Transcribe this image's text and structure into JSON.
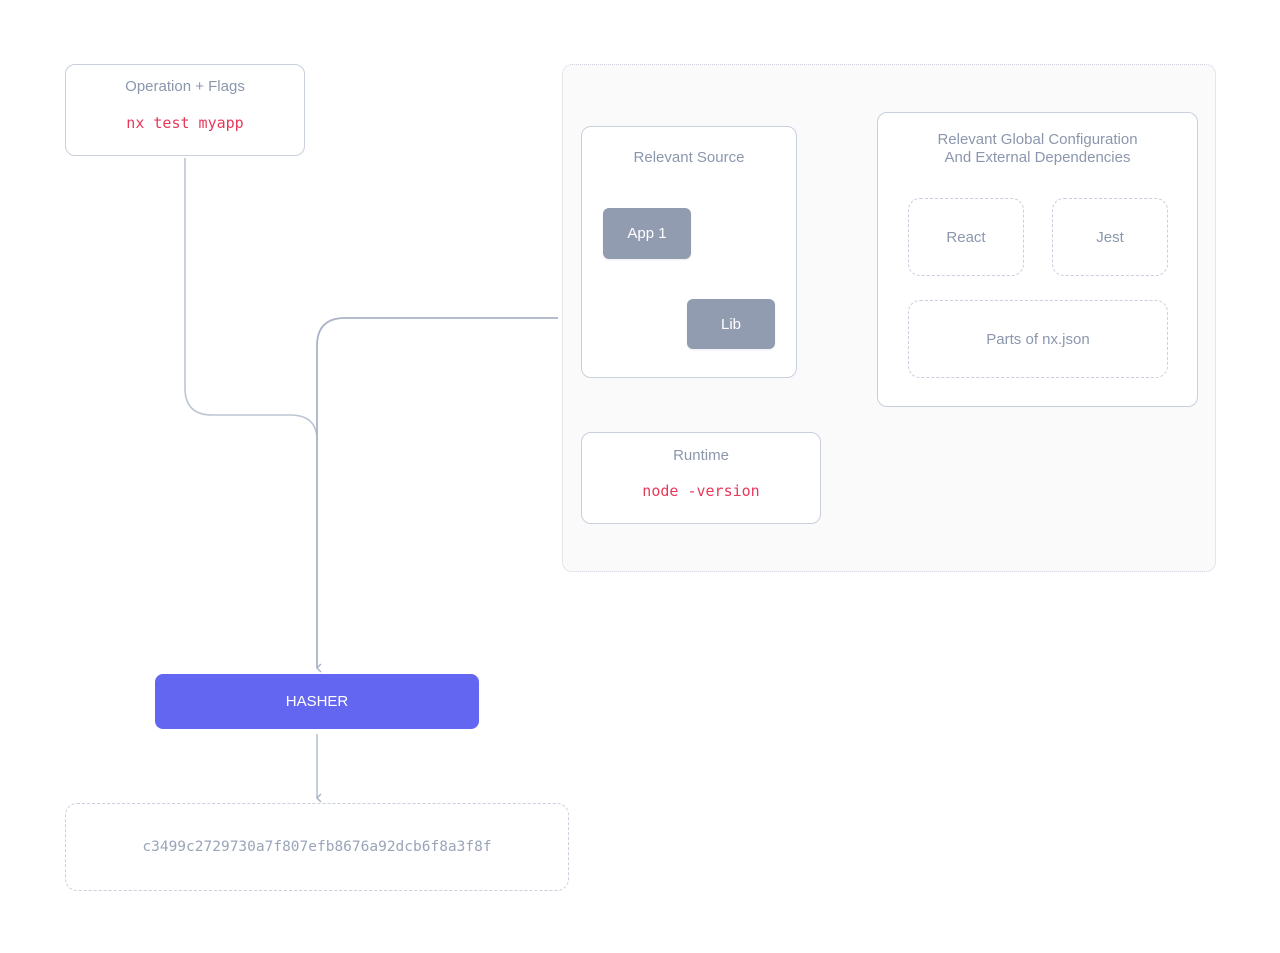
{
  "operation": {
    "title": "Operation + Flags",
    "command": "nx test myapp"
  },
  "source": {
    "title": "Relevant Source",
    "nodes": [
      "App 1",
      "Lib"
    ]
  },
  "global_config": {
    "title_line1": "Relevant Global Configuration",
    "title_line2": "And External Dependencies",
    "items": [
      "React",
      "Jest",
      "Parts of nx.json"
    ]
  },
  "runtime": {
    "title": "Runtime",
    "command": "node -version"
  },
  "hasher": {
    "label": "HASHER",
    "color": "#6366f1"
  },
  "output": {
    "hash": "c3499c2729730a7f807efb8676a92dcb6f8a3f8f"
  },
  "colors": {
    "code": "#e8385a",
    "label": "#8c97ad",
    "node": "#929cb1",
    "connector": "#a9b4c6"
  }
}
